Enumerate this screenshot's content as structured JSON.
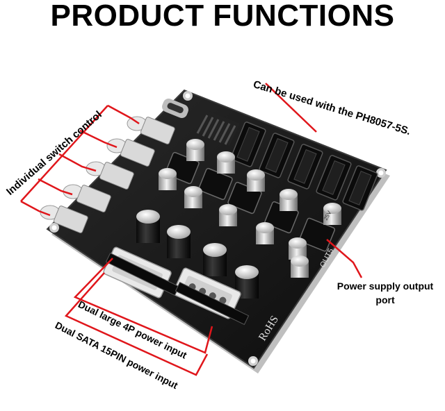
{
  "title": "PRODUCT FUNCTIONS",
  "callouts": {
    "switch": "Individual switch control",
    "compat": "Can be used with the PH8057-5S.",
    "output_line1": "Power supply output",
    "output_line2": "port",
    "molex": "Dual large 4P power input",
    "sata": "Dual SATA 15PIN power input"
  },
  "board_marks": {
    "rohs": "RoHS",
    "out_label": "OUT5",
    "cap_label": "25V"
  },
  "colors": {
    "pcb": "#141414",
    "callout_line": "#e0161b",
    "text": "#000000"
  }
}
